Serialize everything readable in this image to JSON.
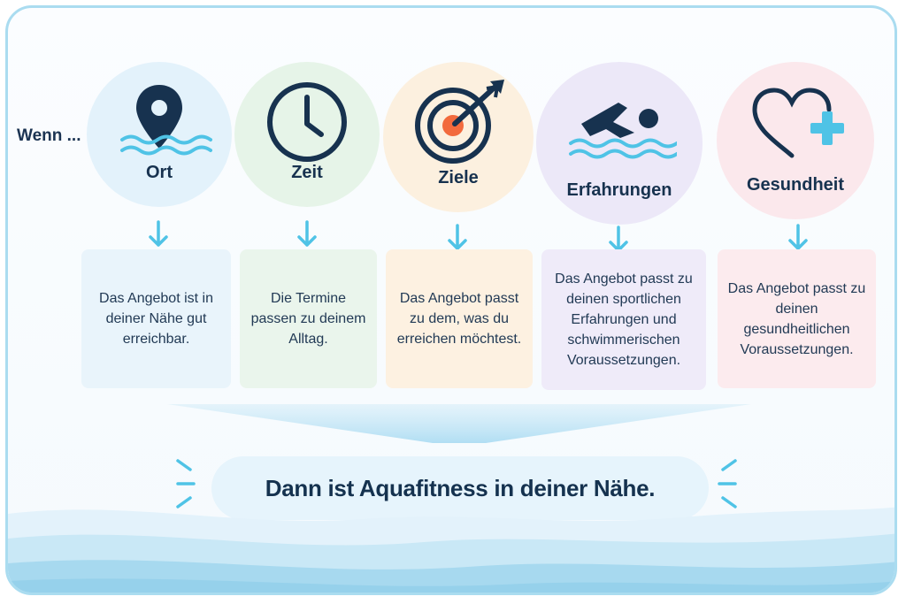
{
  "intro": "Wenn ...",
  "conditions": [
    {
      "title": "Ort",
      "icon": "location-pin-water-icon",
      "text": "Das Angebot ist in deiner Nähe gut erreichbar.",
      "color": "#e3f2fb",
      "card_color": "#e9f4fb"
    },
    {
      "title": "Zeit",
      "icon": "clock-icon",
      "text": "Die Termine passen zu deinem Alltag.",
      "color": "#e6f4e8",
      "card_color": "#eaf5ec"
    },
    {
      "title": "Ziele",
      "icon": "target-arrow-icon",
      "text": "Das Angebot passt zu dem, was du erreichen möchtest.",
      "color": "#fcf0df",
      "card_color": "#fdf1e1"
    },
    {
      "title": "Erfahrungen",
      "icon": "swimmer-icon",
      "text": "Das Angebot passt zu deinen sportlichen Erfahrungen und schwimmerischen Voraussetzungen.",
      "color": "#ece8f8",
      "card_color": "#efebf9"
    },
    {
      "title": "Gesundheit",
      "icon": "heart-plus-icon",
      "text": "Das Angebot passt zu deinen gesundheitlichen Voraussetzungen.",
      "color": "#fbe8ec",
      "card_color": "#fcebee"
    }
  ],
  "result": "Dann ist Aquafitness in deiner Nähe.",
  "colors": {
    "icon_dark": "#17324f",
    "accent_blue": "#4fc3e6",
    "target_orange": "#f26a3d",
    "frame": "#aadcf0"
  }
}
